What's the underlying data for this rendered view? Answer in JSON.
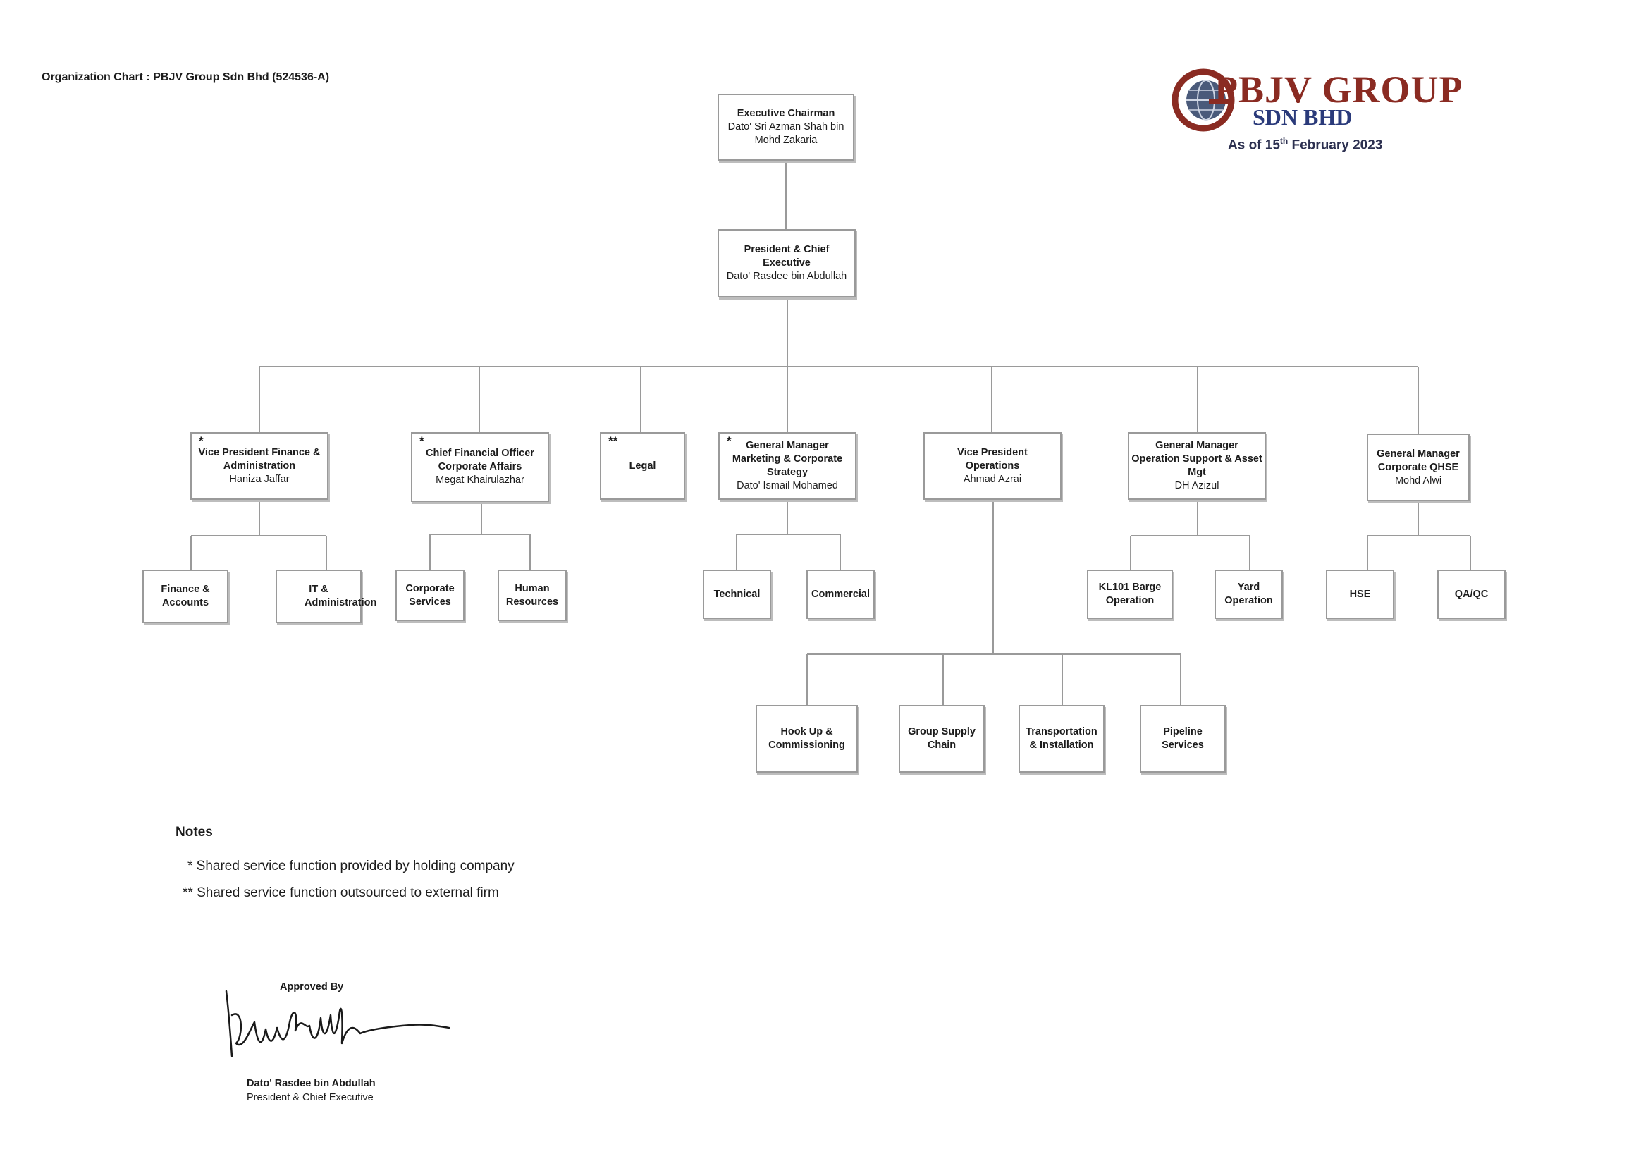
{
  "header": {
    "title": "Organization Chart : PBJV Group Sdn Bhd (524536-A)",
    "logo_text": "PBJV GROUP",
    "logo_sub": "SDN BHD",
    "as_of_prefix": "As of 15",
    "as_of_sup": "th",
    "as_of_suffix": " February 2023"
  },
  "nodes": {
    "exec_chairman": {
      "title": "Executive Chairman",
      "name": "Dato' Sri Azman Shah bin Mohd Zakaria"
    },
    "president": {
      "title": "President & Chief Executive",
      "name": "Dato' Rasdee bin Abdullah"
    },
    "vp_finance": {
      "mark": "*",
      "title": "Vice President Finance & Administration",
      "name": "Haniza Jaffar"
    },
    "cfo": {
      "mark": "*",
      "title": "Chief Financial Officer Corporate Affairs",
      "name": "Megat Khairulazhar"
    },
    "legal": {
      "mark": "**",
      "title": "Legal"
    },
    "gm_marketing": {
      "mark": "*",
      "title": "General Manager Marketing & Corporate Strategy",
      "name": "Dato' Ismail Mohamed"
    },
    "vp_operations": {
      "title": "Vice President Operations",
      "name": "Ahmad Azrai"
    },
    "gm_opsupport": {
      "title": "General Manager Operation Support & Asset Mgt",
      "name": "DH Azizul"
    },
    "gm_qhse": {
      "title": "General Manager Corporate QHSE",
      "name": "Mohd Alwi"
    },
    "finance_accounts": {
      "title": "Finance & Accounts"
    },
    "it_admin": {
      "title": "IT & Administration"
    },
    "corporate_services": {
      "title": "Corporate Services"
    },
    "human_resources": {
      "title": "Human Resources"
    },
    "technical": {
      "title": "Technical"
    },
    "commercial": {
      "title": "Commercial"
    },
    "kl101": {
      "title": "KL101 Barge Operation"
    },
    "yard": {
      "title": "Yard Operation"
    },
    "hse": {
      "title": "HSE"
    },
    "qaqc": {
      "title": "QA/QC"
    },
    "hookup": {
      "title": "Hook Up & Commissioning"
    },
    "supply_chain": {
      "title": "Group Supply Chain"
    },
    "transport": {
      "title": "Transportation & Installation"
    },
    "pipeline": {
      "title": "Pipeline Services"
    }
  },
  "notes": {
    "heading": "Notes",
    "items": [
      "* Shared service function provided by holding company",
      "** Shared service function outsourced to external firm"
    ]
  },
  "approval": {
    "label": "Approved By",
    "name": "Dato' Rasdee bin Abdullah",
    "role": "President & Chief Executive"
  }
}
